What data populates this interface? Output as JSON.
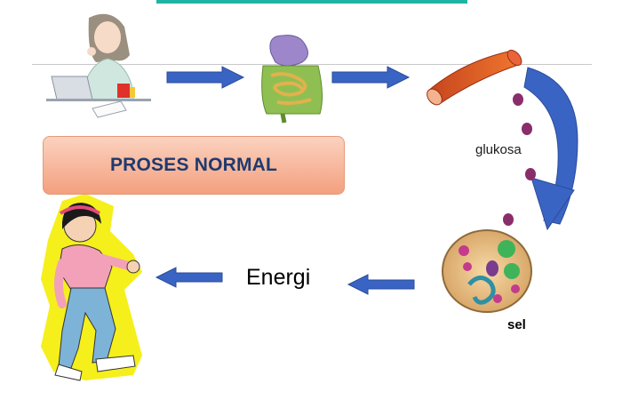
{
  "banner": {
    "title": "PROSES NORMAL"
  },
  "labels": {
    "glukosa": "glukosa",
    "energi": "Energi",
    "sel": "sel"
  },
  "colors": {
    "top_bar": "#1fb3a4",
    "arrow_blue": "#3a64c3",
    "banner_fill": "#f7b79a",
    "banner_text": "#1f3a6e",
    "glucose_dot": "#8a2d6b",
    "outline_yellow": "#f5ef1c"
  }
}
